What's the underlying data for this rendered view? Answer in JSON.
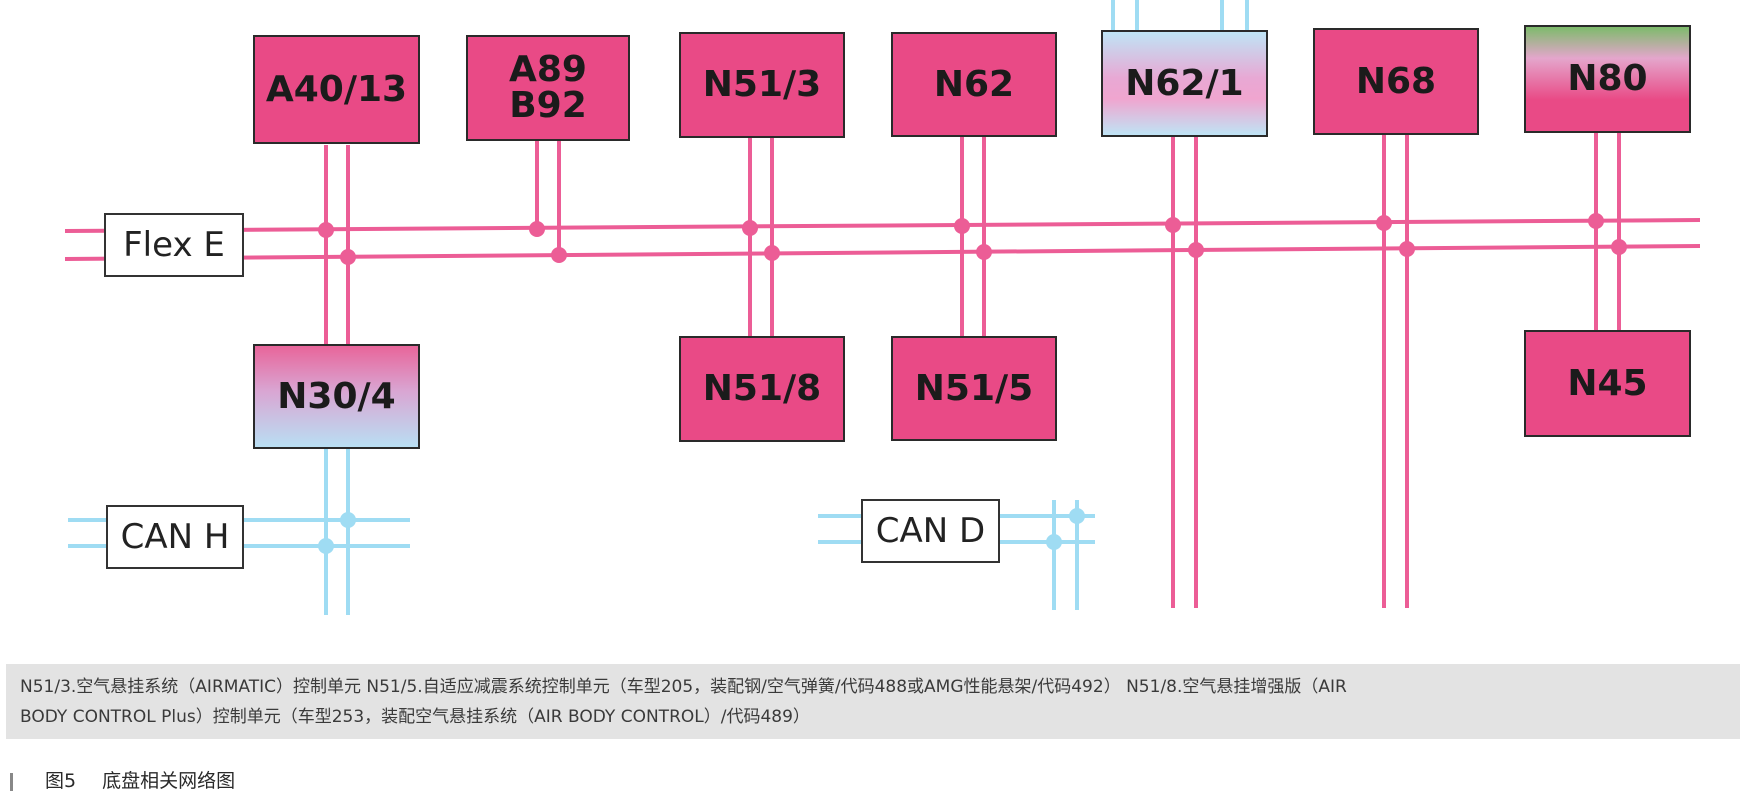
{
  "ecus": {
    "a40_13": "A40/13",
    "a89": "A89",
    "b92": "B92",
    "n51_3": "N51/3",
    "n62": "N62",
    "n62_1": "N62/1",
    "n68": "N68",
    "n80": "N80",
    "n30_4": "N30/4",
    "n51_8": "N51/8",
    "n51_5": "N51/5",
    "n45": "N45"
  },
  "buses": {
    "flex_e": "Flex E",
    "can_h": "CAN H",
    "can_d": "CAN D"
  },
  "colors": {
    "flexray_line": "#ec5d96",
    "can_line": "#9fdcf3",
    "ecu_fill": "#e94a86",
    "caption_bg": "#e3e3e3"
  },
  "caption": {
    "line1": "N51/3.空气悬挂系统（AIRMATIC）控制单元    N51/5.自适应减震系统控制单元（车型205，装配钢/空气弹簧/代码488或AMG性能悬架/代码492）    N51/8.空气悬挂增强版（AIR",
    "line2": "BODY CONTROL Plus）控制单元（车型253，装配空气悬挂系统（AIR BODY CONTROL）/代码489）"
  },
  "figure": {
    "number": "图5",
    "title": "底盘相关网络图"
  }
}
